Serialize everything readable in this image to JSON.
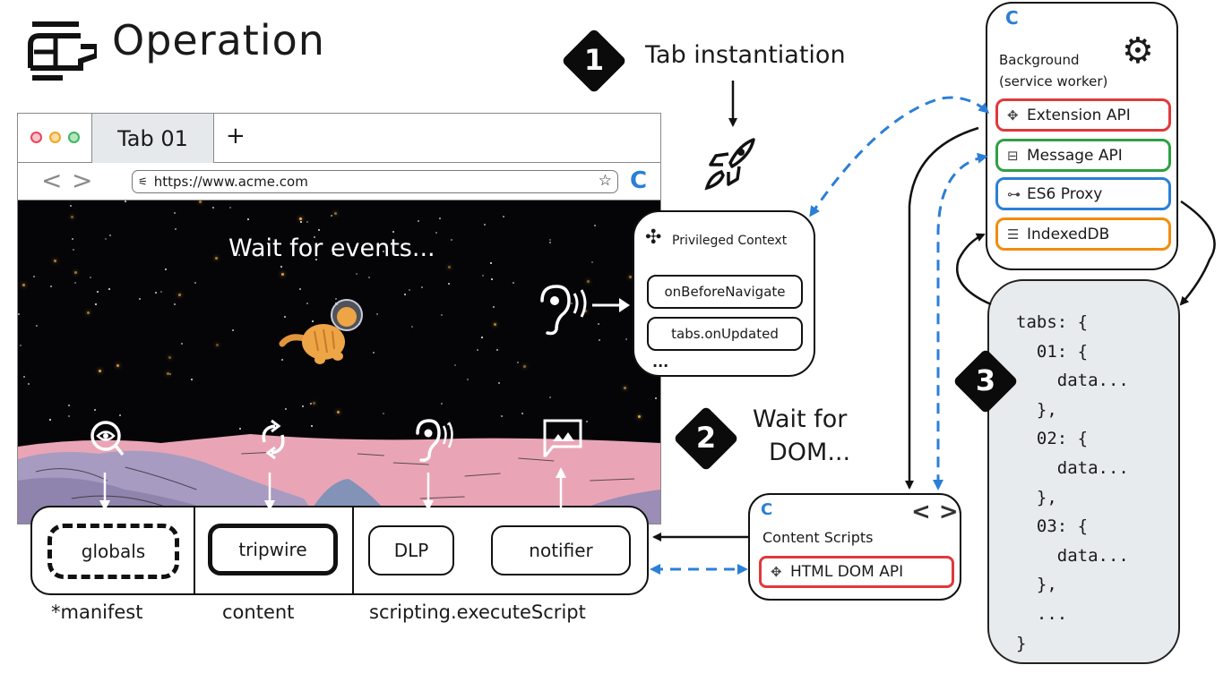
{
  "title": {
    "text": "Operation",
    "icon": "helicopter-icon"
  },
  "browser": {
    "window_dots": [
      "close",
      "minimize",
      "maximize"
    ],
    "dot_colors": [
      "#e8455a",
      "#f2a623",
      "#3eb75e"
    ],
    "tab_label": "Tab 01",
    "new_tab": "+",
    "back": "<",
    "forward": ">",
    "url": "https://www.acme.com",
    "url_icon": "site-settings-icon",
    "bookmark_icon": "star-icon",
    "extension_icon": "C",
    "page_text": "Wait for events...",
    "page_icons": [
      "eye-search-icon",
      "refresh-icon",
      "ear-listen-icon",
      "image-icon"
    ]
  },
  "steps": {
    "one": {
      "number": "1",
      "label": "Tab instantiation"
    },
    "two": {
      "number": "2",
      "label_line1": "Wait for",
      "label_line2": "DOM..."
    },
    "three": {
      "number": "3"
    }
  },
  "privileged_context": {
    "title": "Privileged Context",
    "items": [
      "onBeforeNavigate",
      "tabs.onUpdated"
    ],
    "more": "..."
  },
  "background": {
    "logo": "C",
    "title_line1": "Background",
    "title_line2": "(service worker)",
    "apis": [
      {
        "label": "Extension API",
        "icon": "move-icon",
        "color": "#e0393b"
      },
      {
        "label": "Message API",
        "icon": "message-icon",
        "color": "#2ea043"
      },
      {
        "label": "ES6 Proxy",
        "icon": "hierarchy-icon",
        "color": "#2b7fd6"
      },
      {
        "label": "IndexedDB",
        "icon": "database-icon",
        "color": "#f28c0f"
      }
    ]
  },
  "tabs_store": {
    "lines": [
      "tabs: {",
      "  01: {",
      "    data...",
      "  },",
      "  02: {",
      "    data...",
      "  },",
      "  03: {",
      "    data...",
      "  },",
      "  ...",
      "}"
    ]
  },
  "content_scripts": {
    "logo": "C",
    "code_icon": "< >",
    "title": "Content Scripts",
    "api": "HTML DOM API"
  },
  "scripts_bar": {
    "chips": [
      "globals",
      "tripwire",
      "DLP",
      "notifier"
    ],
    "labels": [
      "*manifest",
      "content",
      "scripting.executeScript"
    ]
  }
}
